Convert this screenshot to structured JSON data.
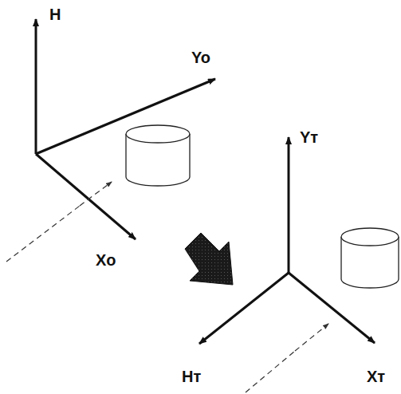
{
  "diagram": {
    "labels": [
      "H",
      "Yo",
      "Xo",
      "Yт",
      "Hт",
      "Xт"
    ]
  }
}
